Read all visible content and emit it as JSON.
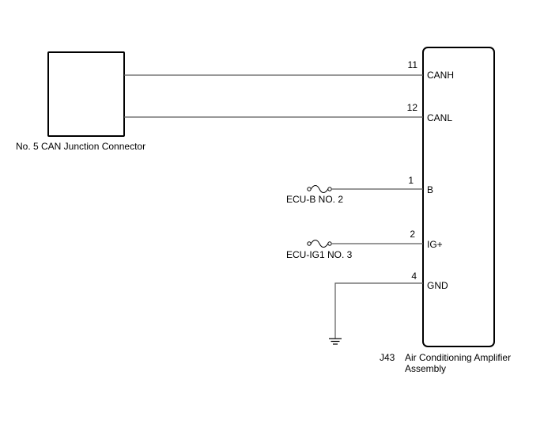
{
  "connector": {
    "label": "No. 5 CAN Junction Connector"
  },
  "component": {
    "code": "J43",
    "name_line1": "Air Conditioning Amplifier",
    "name_line2": "Assembly"
  },
  "pins": [
    {
      "number": "11",
      "name": "CANH"
    },
    {
      "number": "12",
      "name": "CANL"
    },
    {
      "number": "1",
      "name": "B"
    },
    {
      "number": "2",
      "name": "IG+"
    },
    {
      "number": "4",
      "name": "GND"
    }
  ],
  "fuses": [
    {
      "label": "ECU-B NO. 2"
    },
    {
      "label": "ECU-IG1 NO. 3"
    }
  ]
}
